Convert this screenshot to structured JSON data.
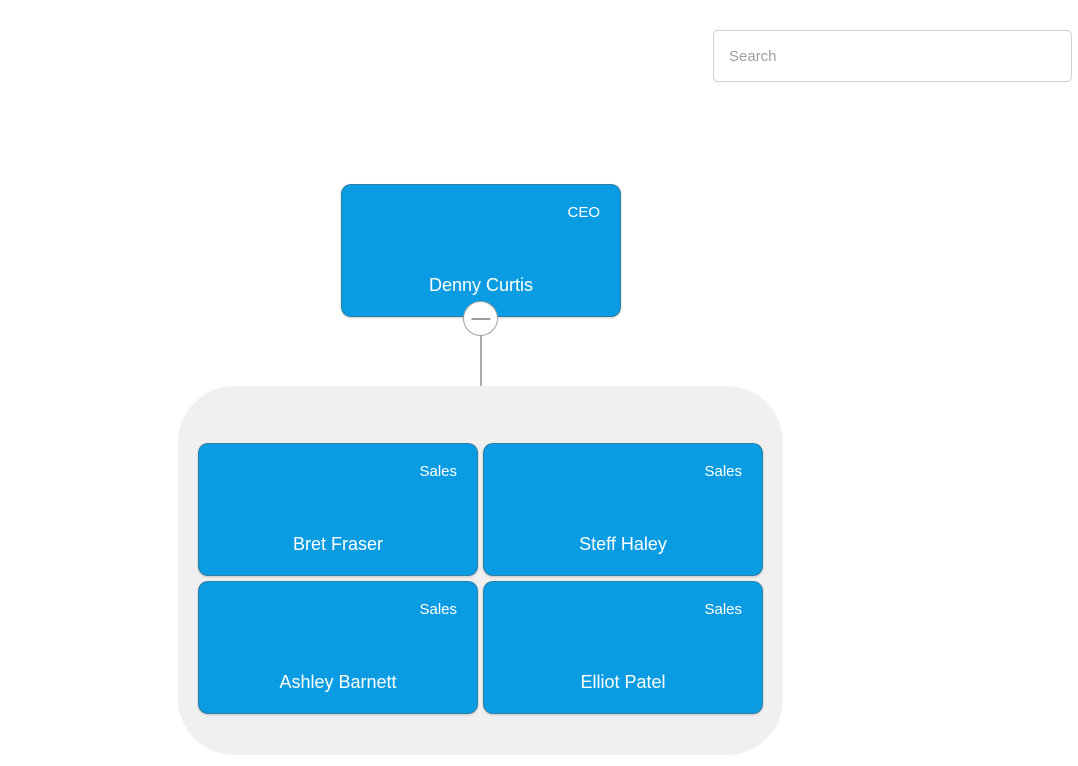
{
  "search": {
    "placeholder": "Search"
  },
  "colors": {
    "accent": "#0a9ce2",
    "group_bg": "#f0f0f1"
  },
  "org_chart": {
    "root": {
      "title": "CEO",
      "name": "Denny Curtis"
    },
    "toggle": {
      "state": "expanded"
    },
    "children": [
      {
        "title": "Sales",
        "name": "Bret Fraser"
      },
      {
        "title": "Sales",
        "name": "Steff Haley"
      },
      {
        "title": "Sales",
        "name": "Ashley Barnett"
      },
      {
        "title": "Sales",
        "name": "Elliot Patel"
      }
    ]
  }
}
